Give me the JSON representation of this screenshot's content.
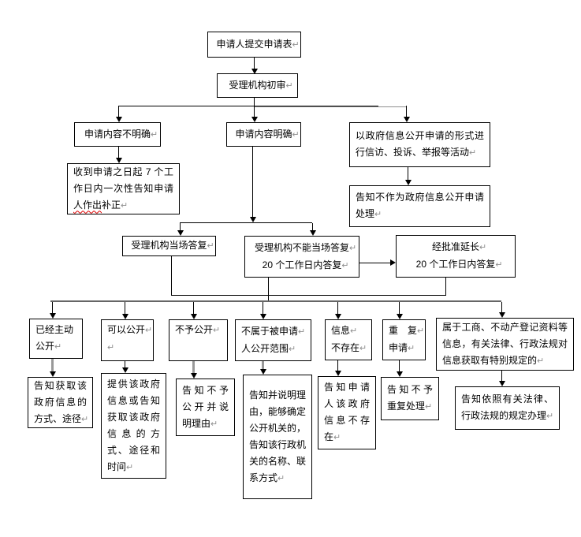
{
  "marks": {
    "return": "↵"
  },
  "colors": {
    "background": "#ffffff",
    "box_border": "#000000",
    "text": "#000000",
    "connector": "#000000",
    "bus_connector": "#666666",
    "gray_connector": "#8f8f8f",
    "return_mark": "#8f8f8f",
    "spell_check_underline": "#e00000"
  },
  "boxes": {
    "submit": {
      "p": [
        "申请人提交申请表"
      ]
    },
    "initial_review": {
      "p": [
        "受理机构初审"
      ]
    },
    "content_unclear": {
      "p": [
        "申请内容不明确"
      ]
    },
    "content_clear": {
      "p": [
        "申请内容明确"
      ]
    },
    "petition_form": {
      "p": [
        "以政府信息公开申请的形式进行信访、投诉、举报等活动"
      ]
    },
    "notify_correction": {
      "pre": "收到申请之日起 7 个工作日内一次性告知申请",
      "err": "人作出",
      "post": "补正"
    },
    "not_treated_as_request": {
      "p": [
        "告知不作为政府信息公开申请处理"
      ]
    },
    "onsite_reply": {
      "p": [
        "受理机构当场答复"
      ]
    },
    "reply_20days": {
      "p": [
        "受理机构不能当场答复",
        "20 个工作日内答复"
      ]
    },
    "extended_20days": {
      "p": [
        "经批准延长",
        "20 个工作日内答复"
      ]
    },
    "already_public": {
      "p": [
        "已经主动公开"
      ]
    },
    "can_public": {
      "p": [
        "可以公开",
        ""
      ]
    },
    "not_public": {
      "p": [
        "不予公开"
      ]
    },
    "not_in_scope": {
      "p": [
        "不属于被申请",
        "人公开范围"
      ]
    },
    "not_exist": {
      "p": [
        "信息",
        "不存在"
      ]
    },
    "repeat_request": {
      "p": [
        "重　复",
        "申请"
      ]
    },
    "special_rules": {
      "p": [
        "属于工商、不动产登记资料等信息，有关法律、行政法规对信息获取有特别规定的"
      ]
    },
    "reply_already_public": {
      "p": [
        "告知获取该政府信息的方式、途径"
      ]
    },
    "reply_can_public": {
      "p": [
        "提供该政府信息或告知获取该政府信息的方式、途径和时间"
      ]
    },
    "reply_not_public": {
      "p": [
        "告知不予公开并说明理由"
      ]
    },
    "reply_not_in_scope": {
      "p": [
        "告知并说明理由，能够确定公开机关的，告知该行政机关的名称、联系方式"
      ]
    },
    "reply_not_exist": {
      "p": [
        "告知申请人该政府信息不存在"
      ]
    },
    "reply_repeat": {
      "p": [
        "告知不予重复处理"
      ]
    },
    "reply_special": {
      "p": [
        "告知依照有关法律、行政法规的规定办理"
      ]
    }
  }
}
